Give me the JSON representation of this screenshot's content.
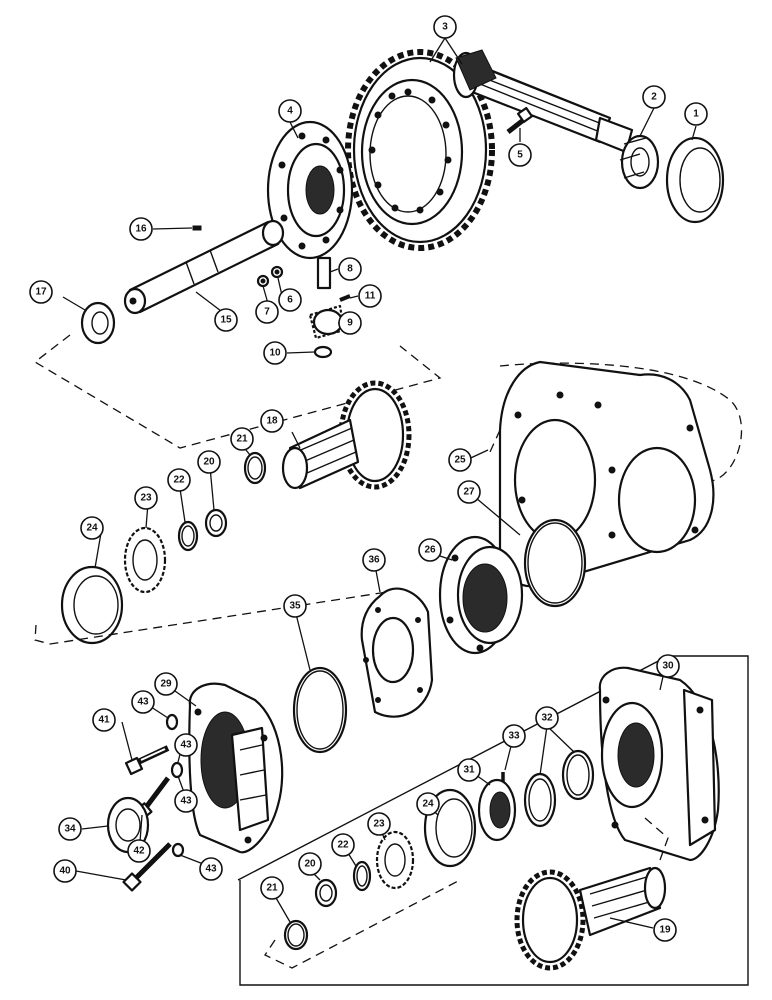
{
  "callouts": [
    {
      "label": "1"
    },
    {
      "label": "2"
    },
    {
      "label": "3"
    },
    {
      "label": "4"
    },
    {
      "label": "5"
    },
    {
      "label": "6"
    },
    {
      "label": "7"
    },
    {
      "label": "8"
    },
    {
      "label": "9"
    },
    {
      "label": "10"
    },
    {
      "label": "11"
    },
    {
      "label": "15"
    },
    {
      "label": "16"
    },
    {
      "label": "17"
    },
    {
      "label": "18"
    },
    {
      "label": "21"
    },
    {
      "label": "20"
    },
    {
      "label": "22"
    },
    {
      "label": "23"
    },
    {
      "label": "24"
    },
    {
      "label": "25"
    },
    {
      "label": "27"
    },
    {
      "label": "26"
    },
    {
      "label": "36"
    },
    {
      "label": "35"
    },
    {
      "label": "29"
    },
    {
      "label": "43"
    },
    {
      "label": "41"
    },
    {
      "label": "43"
    },
    {
      "label": "42"
    },
    {
      "label": "43"
    },
    {
      "label": "34"
    },
    {
      "label": "40"
    },
    {
      "label": "43"
    },
    {
      "label": "30"
    },
    {
      "label": "33"
    },
    {
      "label": "32"
    },
    {
      "label": "31"
    },
    {
      "label": "24"
    },
    {
      "label": "23"
    },
    {
      "label": "22"
    },
    {
      "label": "20"
    },
    {
      "label": "21"
    },
    {
      "label": "19"
    }
  ]
}
